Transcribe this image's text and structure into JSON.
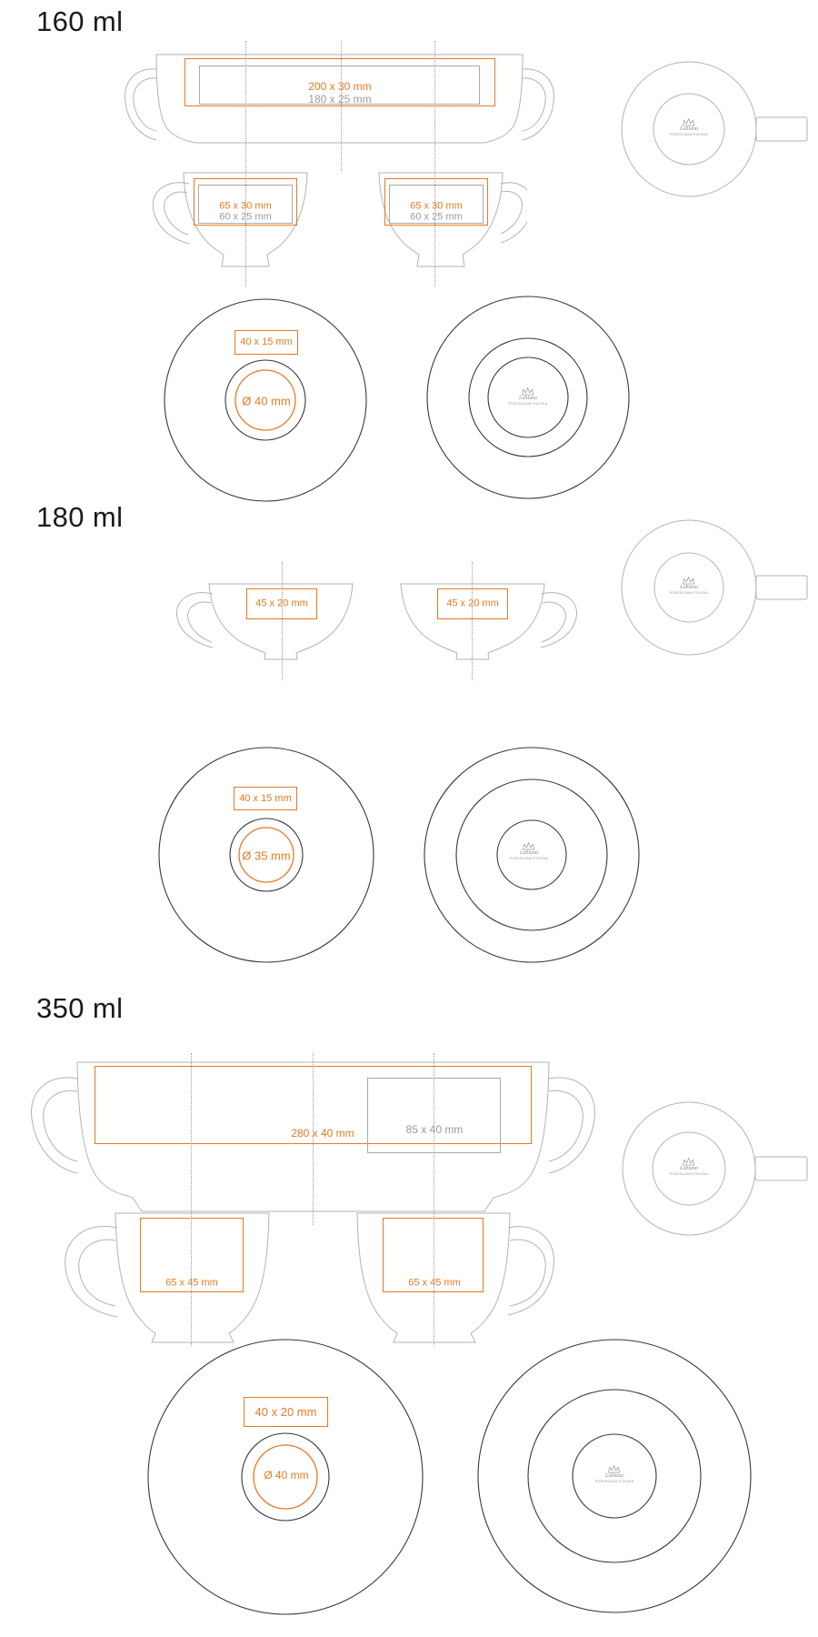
{
  "accent_color": "#E87922",
  "logo": {
    "script": "Lubiana",
    "subtext": "PORCELANA POLSKA"
  },
  "sections": [
    {
      "title": "160 ml",
      "wrap": {
        "print_area": "200 x 30 mm",
        "safe_area": "180 x 25 mm"
      },
      "cup": {
        "print_area": "65 x 30 mm",
        "safe_area": "60 x 25 mm"
      },
      "saucer": {
        "print_area": "40 x 15 mm",
        "base_diameter": "Ø 40 mm"
      }
    },
    {
      "title": "180 ml",
      "cup": {
        "print_area": "45 x 20 mm"
      },
      "saucer": {
        "print_area": "40 x 15 mm",
        "base_diameter": "Ø 35 mm"
      }
    },
    {
      "title": "350 ml",
      "wrap": {
        "print_area": "280 x 40 mm",
        "handle_area": "85 x 40 mm"
      },
      "cup": {
        "print_area": "65 x 45 mm"
      },
      "saucer": {
        "print_area": "40 x 20 mm",
        "base_diameter": "Ø 40 mm"
      }
    }
  ]
}
